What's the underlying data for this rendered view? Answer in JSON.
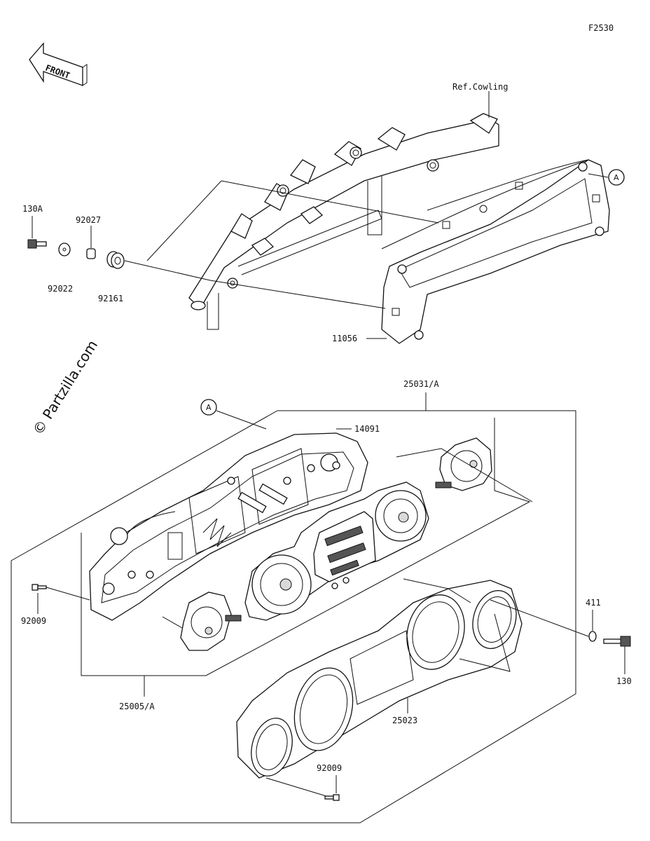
{
  "figure_code": "F2530",
  "front_label": "FRONT",
  "watermark": "© Partzilla.com",
  "ref_label": "Ref.Cowling",
  "callout_a": "A",
  "parts": {
    "p130A": "130A",
    "p92027": "92027",
    "p92022": "92022",
    "p92161": "92161",
    "p11056": "11056",
    "p25031A": "25031/A",
    "p14091": "14091",
    "p92009_left": "92009",
    "p25005A": "25005/A",
    "p411": "411",
    "p130": "130",
    "p25023": "25023",
    "p92009_bottom": "92009"
  }
}
